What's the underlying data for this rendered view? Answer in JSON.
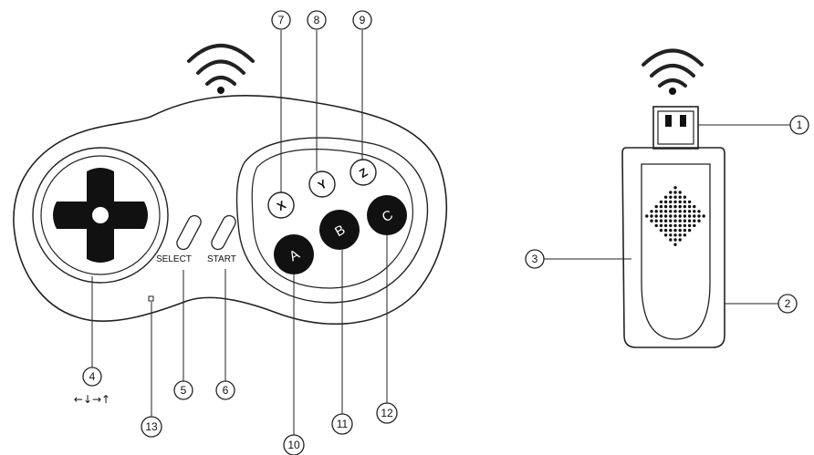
{
  "controller": {
    "buttons": {
      "x": "X",
      "y": "Y",
      "z": "Z",
      "a": "A",
      "b": "B",
      "c": "C"
    },
    "select_label": "SELECT",
    "start_label": "START",
    "dpad_caption": "←↓→↑"
  },
  "callouts": {
    "c1": "1",
    "c2": "2",
    "c3": "3",
    "c4": "4",
    "c5": "5",
    "c6": "6",
    "c7": "7",
    "c8": "8",
    "c9": "9",
    "c10": "10",
    "c11": "11",
    "c12": "12",
    "c13": "13"
  },
  "icons": [
    "wifi-icon",
    "dpad-icon",
    "speaker-grille-icon",
    "usb-connector-icon"
  ]
}
